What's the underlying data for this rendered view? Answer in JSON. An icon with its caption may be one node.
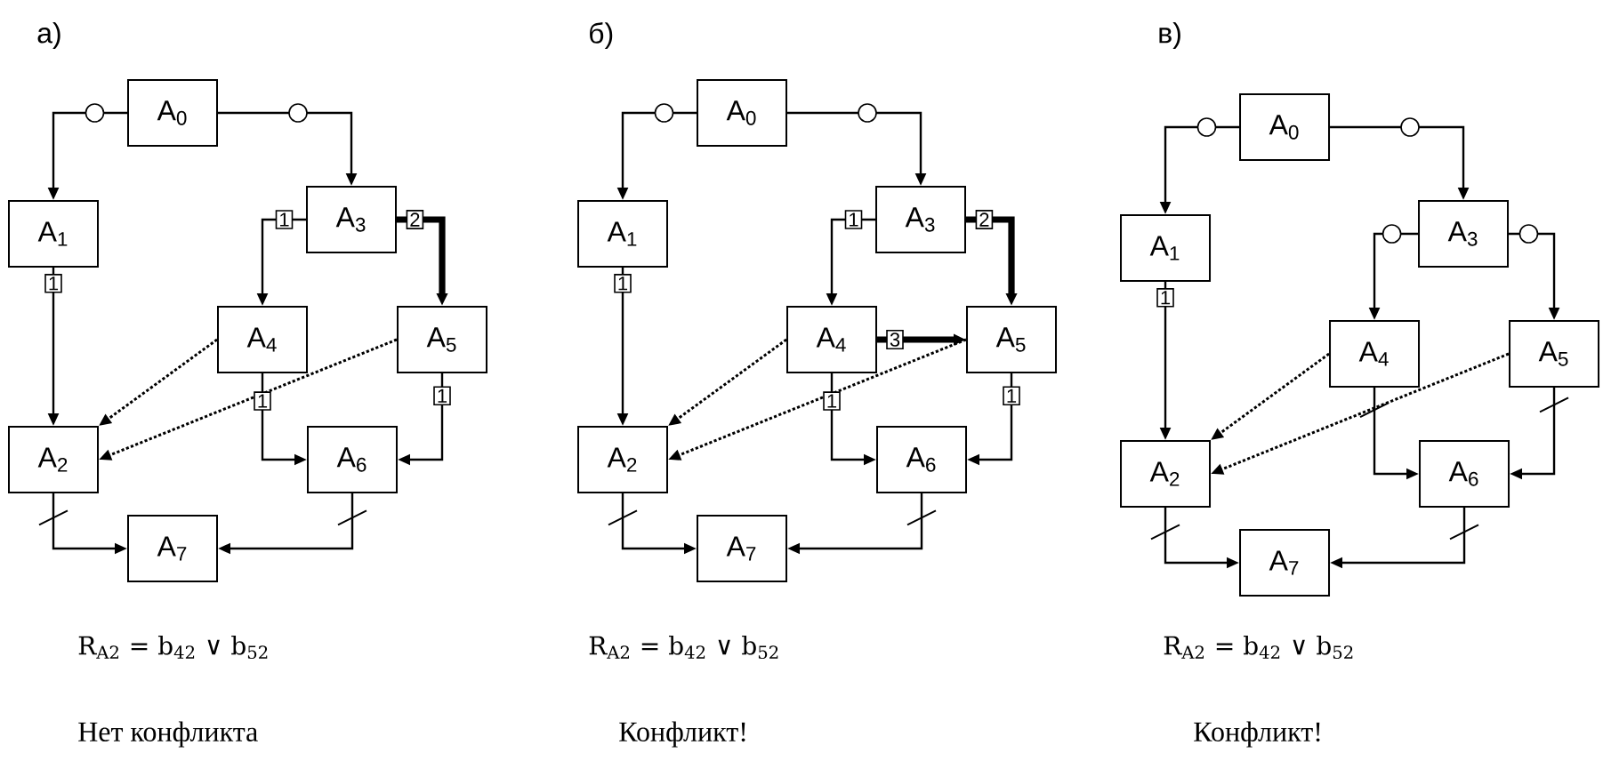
{
  "diagram": {
    "nodes": [
      {
        "text": [
          "A$_{0}$"
        ]
      },
      {
        "text": [
          "A$_{1}$"
        ]
      },
      {
        "text": [
          "A$_{2}$"
        ]
      },
      {
        "text": [
          "A$_{3}$"
        ]
      },
      {
        "text": [
          "A$_{4}$"
        ]
      },
      {
        "text": [
          "A$_{5}$"
        ]
      },
      {
        "text": [
          "A$_{6}$"
        ]
      },
      {
        "text": [
          "A$_{7}$"
        ]
      },
      {
        "text": [
          "A$_{0}$"
        ]
      },
      {
        "text": [
          "A$_{1}$"
        ]
      },
      {
        "text": [
          "A$_{2}$"
        ]
      },
      {
        "text": [
          "A$_{3}$"
        ]
      },
      {
        "text": [
          "A$_{4}$"
        ]
      },
      {
        "text": [
          "A$_{5}$"
        ]
      },
      {
        "text": [
          "A$_{6}$"
        ]
      },
      {
        "text": [
          "A$_{7}$"
        ]
      },
      {
        "text": [
          "A$_{0}$"
        ]
      },
      {
        "text": [
          "A$_{1}$"
        ]
      },
      {
        "text": [
          "A$_{2}$"
        ]
      },
      {
        "text": [
          "A$_{3}$"
        ]
      },
      {
        "text": [
          "A$_{4}$"
        ]
      },
      {
        "text": [
          "A$_{5}$"
        ]
      },
      {
        "text": [
          "A$_{6}$"
        ]
      },
      {
        "text": [
          "A$_{7}$"
        ]
      }
    ],
    "edges": [
      {
        "from": 0,
        "to": 1,
        "arrow": "to"
      },
      {
        "from": 0,
        "to": 3,
        "arrow": "to"
      },
      {
        "from": 3,
        "to": 4,
        "arrow": "to",
        "label": "1"
      },
      {
        "from": 3,
        "to": 5,
        "arrow": "to",
        "label": "2",
        "style": "thick"
      },
      {
        "from": 1,
        "to": 2,
        "arrow": "to",
        "label": "1"
      },
      {
        "from": 4,
        "to": 2,
        "arrow": "to",
        "style": "dashed"
      },
      {
        "from": 5,
        "to": 2,
        "arrow": "to",
        "style": "dashed"
      },
      {
        "from": 4,
        "to": 6,
        "arrow": "to",
        "label": "1"
      },
      {
        "from": 5,
        "to": 6,
        "arrow": "to",
        "label": "1"
      },
      {
        "from": 2,
        "to": 7,
        "arrow": "to"
      },
      {
        "from": 6,
        "to": 7,
        "arrow": "to"
      },
      {
        "from": 8,
        "to": 9,
        "arrow": "to"
      },
      {
        "from": 8,
        "to": 11,
        "arrow": "to"
      },
      {
        "from": 11,
        "to": 12,
        "arrow": "to",
        "label": "1"
      },
      {
        "from": 11,
        "to": 13,
        "arrow": "to",
        "label": "2",
        "style": "thick"
      },
      {
        "from": 12,
        "to": 13,
        "arrow": "to",
        "label": "3",
        "style": "thick"
      },
      {
        "from": 9,
        "to": 10,
        "arrow": "to",
        "label": "1"
      },
      {
        "from": 12,
        "to": 10,
        "arrow": "to",
        "style": "dashed"
      },
      {
        "from": 13,
        "to": 10,
        "arrow": "to",
        "style": "dashed"
      },
      {
        "from": 12,
        "to": 14,
        "arrow": "to",
        "label": "1"
      },
      {
        "from": 13,
        "to": 14,
        "arrow": "to",
        "label": "1"
      },
      {
        "from": 10,
        "to": 15,
        "arrow": "to"
      },
      {
        "from": 14,
        "to": 15,
        "arrow": "to"
      },
      {
        "from": 16,
        "to": 17,
        "arrow": "to"
      },
      {
        "from": 16,
        "to": 19,
        "arrow": "to"
      },
      {
        "from": 19,
        "to": 20,
        "arrow": "to"
      },
      {
        "from": 19,
        "to": 21,
        "arrow": "to"
      },
      {
        "from": 17,
        "to": 18,
        "arrow": "to",
        "label": "1"
      },
      {
        "from": 20,
        "to": 18,
        "arrow": "to",
        "style": "dashed"
      },
      {
        "from": 21,
        "to": 18,
        "arrow": "to",
        "style": "dashed"
      },
      {
        "from": 20,
        "to": 22,
        "arrow": "to"
      },
      {
        "from": 21,
        "to": 22,
        "arrow": "to"
      },
      {
        "from": 18,
        "to": 23,
        "arrow": "to"
      },
      {
        "from": 22,
        "to": 23,
        "arrow": "to"
      }
    ],
    "labels": [
      "а)",
      "б)",
      "в)",
      "R$_{A2}$ = b$_{42}$ ∨ b$_{52}$",
      "R$_{A2}$ = b$_{42}$ ∨ b$_{52}$",
      "R$_{A2}$ = b$_{42}$ ∨ b$_{52}$",
      "Нет конфликта",
      "Конфликт!",
      "Конфликт!"
    ]
  }
}
